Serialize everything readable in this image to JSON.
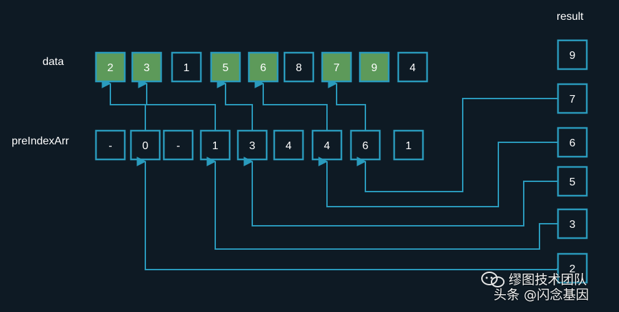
{
  "labels": {
    "data": "data",
    "preIndexArr": "preIndexArr",
    "result": "result"
  },
  "data_cells": [
    {
      "value": "2",
      "highlighted": true
    },
    {
      "value": "3",
      "highlighted": true
    },
    {
      "value": "1",
      "highlighted": false
    },
    {
      "value": "5",
      "highlighted": true
    },
    {
      "value": "6",
      "highlighted": true
    },
    {
      "value": "8",
      "highlighted": false
    },
    {
      "value": "7",
      "highlighted": true
    },
    {
      "value": "9",
      "highlighted": true
    },
    {
      "value": "4",
      "highlighted": false
    }
  ],
  "pre_index_cells": [
    "-",
    "0",
    "-",
    "1",
    "3",
    "4",
    "4",
    "6",
    "1"
  ],
  "result_cells": [
    "9",
    "7",
    "6",
    "5",
    "3",
    "2"
  ],
  "colors": {
    "background": "#0e1a24",
    "border": "#2a9bbd",
    "highlight_fill": "#5d9a5a",
    "text": "#ffffff"
  },
  "watermark": {
    "line1": "缪图技术团队",
    "line2": "头条 @闪念基因"
  }
}
